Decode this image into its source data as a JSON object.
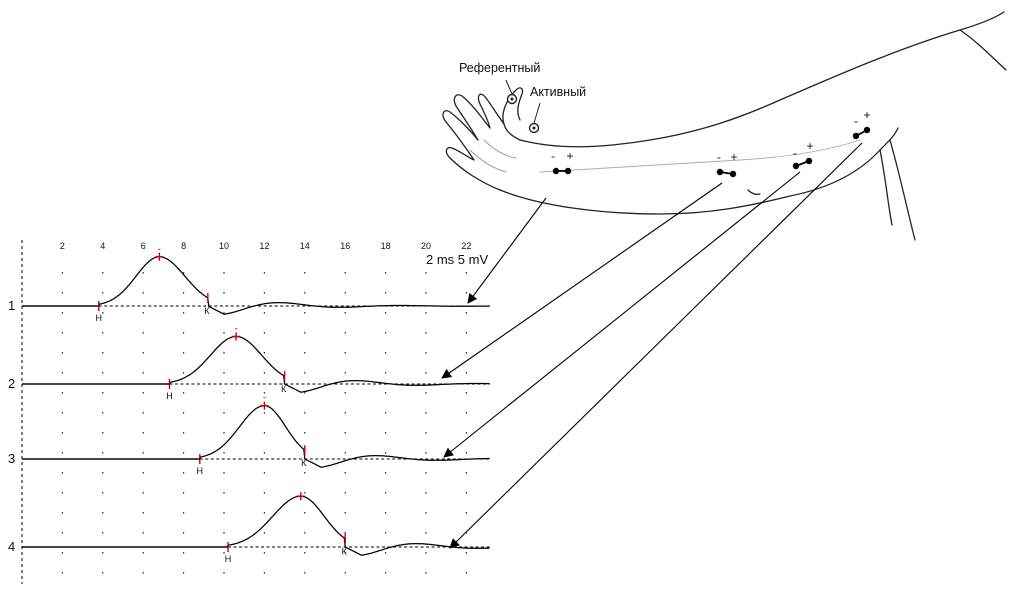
{
  "illustration": {
    "reference_label": "Референтный",
    "active_label": "Активный"
  },
  "scale_label": "2 ms 5 mV",
  "x_axis": {
    "ticks": [
      "2",
      "4",
      "6",
      "8",
      "10",
      "12",
      "14",
      "16",
      "18",
      "20",
      "22"
    ],
    "min_ms": 0,
    "max_ms": 23
  },
  "electrode_pair_signs": {
    "minus": "-",
    "plus": "+"
  },
  "traces": [
    {
      "label": "1",
      "onset_label": "Н",
      "end_label": "К",
      "onset_ms": 3.8,
      "peak_ms": 6.8,
      "end_ms": 9.2,
      "peak_mV": 6.0,
      "peak_mark": "-"
    },
    {
      "label": "2",
      "onset_label": "Н",
      "end_label": "К",
      "onset_ms": 7.3,
      "peak_ms": 10.6,
      "end_ms": 13.0,
      "peak_mV": 5.8,
      "peak_mark": "-"
    },
    {
      "label": "3",
      "onset_label": "Н",
      "end_label": "К",
      "onset_ms": 8.8,
      "peak_ms": 12.0,
      "end_ms": 14.0,
      "peak_mV": 6.5,
      "peak_mark": "-"
    },
    {
      "label": "4",
      "onset_label": "Н",
      "end_label": "К",
      "onset_ms": 10.2,
      "peak_ms": 13.8,
      "end_ms": 16.0,
      "peak_mV": 6.2,
      "peak_mark": ""
    }
  ]
}
